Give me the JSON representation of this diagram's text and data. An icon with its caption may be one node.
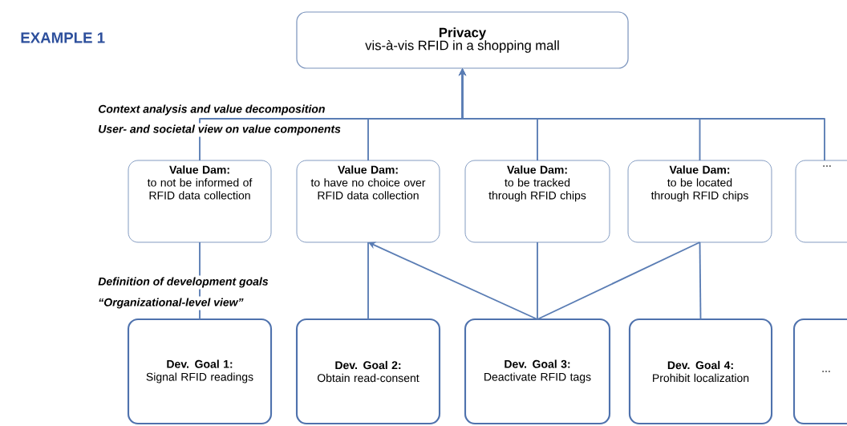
{
  "diagram": {
    "title": "EXAMPLE 1",
    "nodes": [
      {
        "text": [
          "Privacy",
          "vis-à-vis RFID in a shopping mall"
        ]
      },
      {
        "text": [
          "Value Dam:",
          "to not be informed of RFID data collection"
        ]
      },
      {
        "text": [
          "Value Dam:",
          "to have no choice over RFID data collection"
        ]
      },
      {
        "text": [
          "Value Dam:",
          "to be tracked through RFID chips"
        ]
      },
      {
        "text": [
          "Value Dam:",
          "to be located through RFID chips"
        ]
      },
      {
        "text": [
          "..."
        ]
      },
      {
        "text": [
          "Dev. Goal 1:",
          "Signal RFID readings"
        ]
      },
      {
        "text": [
          "Dev. Goal 2:",
          "Obtain read-consent"
        ]
      },
      {
        "text": [
          "Dev. Goal 3:",
          "Deactivate RFID tags"
        ]
      },
      {
        "text": [
          "Dev. Goal 4:",
          "Prohibit localization"
        ]
      },
      {
        "text": [
          "..."
        ]
      }
    ],
    "edges": [
      {
        "from": 1,
        "to": 0,
        "arrow": "to"
      },
      {
        "from": 2,
        "to": 0,
        "arrow": "to"
      },
      {
        "from": 3,
        "to": 0,
        "arrow": "to"
      },
      {
        "from": 4,
        "to": 0,
        "arrow": "to"
      },
      {
        "from": 5,
        "to": 0,
        "arrow": "to"
      },
      {
        "from": 1,
        "to": 6,
        "arrow": "none"
      },
      {
        "from": 2,
        "to": 7,
        "arrow": "none"
      },
      {
        "from": 3,
        "to": 8,
        "arrow": "none"
      },
      {
        "from": 4,
        "to": 8,
        "arrow": "none"
      },
      {
        "from": 4,
        "to": 9,
        "arrow": "none"
      },
      {
        "from": 8,
        "to": 2,
        "arrow": "to"
      }
    ],
    "labels": [
      "Context analysis and value decomposition",
      "User- and societal view on value components",
      "Definition of development goals",
      "“Organizational-level view”"
    ]
  }
}
